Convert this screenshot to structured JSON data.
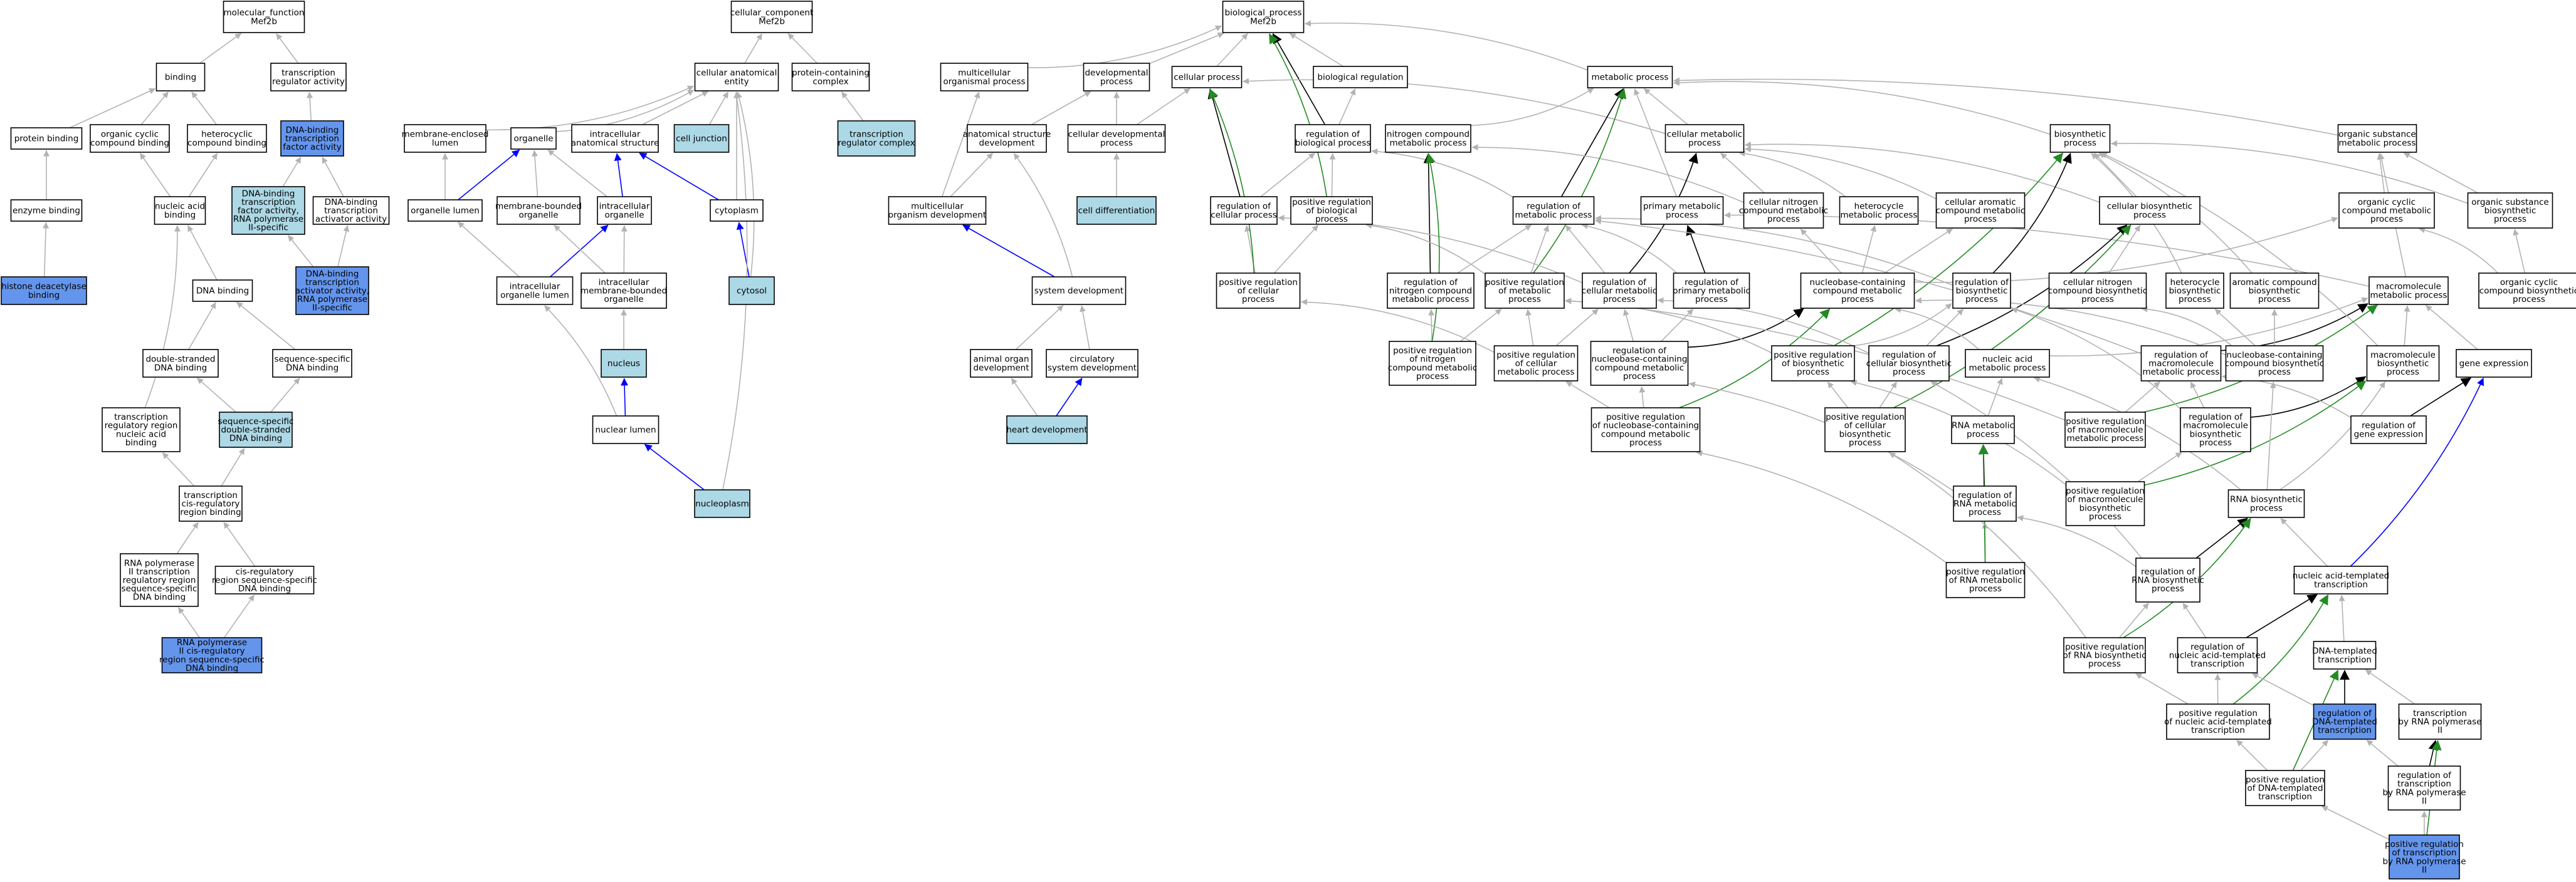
{
  "colors": {
    "plain": "#ffffff",
    "annotated_direct": "#6495ed",
    "annotated": "#add8e6",
    "edge_is_a": "#b3b3b3",
    "edge_part_of": "#0000ff",
    "edge_regulates": "#000000",
    "edge_positively_regulates": "#228b22"
  },
  "nodes": [
    {
      "id": "mf_root",
      "lines": [
        "molecular_function",
        "Mef2b"
      ]
    },
    {
      "id": "cc_root",
      "lines": [
        "cellular_component",
        "Mef2b"
      ]
    },
    {
      "id": "bp_root",
      "lines": [
        "biological_process",
        "Mef2b"
      ]
    },
    {
      "id": "binding",
      "lines": [
        "binding"
      ]
    },
    {
      "id": "tra",
      "lines": [
        "transcription",
        "regulator activity"
      ]
    },
    {
      "id": "cae",
      "lines": [
        "cellular anatomical",
        "entity"
      ]
    },
    {
      "id": "pcc",
      "lines": [
        "protein-containing",
        "complex"
      ]
    },
    {
      "id": "mop",
      "lines": [
        "multicellular",
        "organismal process"
      ]
    },
    {
      "id": "dp",
      "lines": [
        "developmental",
        "process"
      ]
    },
    {
      "id": "cp",
      "lines": [
        "cellular process"
      ]
    },
    {
      "id": "br",
      "lines": [
        "biological regulation"
      ]
    },
    {
      "id": "mp",
      "lines": [
        "metabolic process"
      ]
    },
    {
      "id": "pb",
      "lines": [
        "protein binding"
      ]
    },
    {
      "id": "occb",
      "lines": [
        "organic cyclic",
        "compound binding"
      ]
    },
    {
      "id": "hcb",
      "lines": [
        "heterocyclic",
        "compound binding"
      ]
    },
    {
      "id": "dbtfa",
      "lines": [
        "DNA-binding",
        "transcription",
        "factor activity"
      ],
      "fill": "annotated_direct"
    },
    {
      "id": "mel",
      "lines": [
        "membrane-enclosed",
        "lumen"
      ]
    },
    {
      "id": "org",
      "lines": [
        "organelle"
      ]
    },
    {
      "id": "ias",
      "lines": [
        "intracellular",
        "anatomical structure"
      ]
    },
    {
      "id": "cj",
      "lines": [
        "cell junction"
      ],
      "fill": "annotated"
    },
    {
      "id": "trc",
      "lines": [
        "transcription",
        "regulator complex"
      ],
      "fill": "annotated"
    },
    {
      "id": "asd",
      "lines": [
        "anatomical structure",
        "development"
      ]
    },
    {
      "id": "cdp",
      "lines": [
        "cellular developmental",
        "process"
      ]
    },
    {
      "id": "rbp",
      "lines": [
        "regulation of",
        "biological process"
      ]
    },
    {
      "id": "ncmp",
      "lines": [
        "nitrogen compound",
        "metabolic process"
      ]
    },
    {
      "id": "cmp",
      "lines": [
        "cellular metabolic",
        "process"
      ]
    },
    {
      "id": "bsp",
      "lines": [
        "biosynthetic",
        "process"
      ]
    },
    {
      "id": "osmp",
      "lines": [
        "organic substance",
        "metabolic process"
      ]
    },
    {
      "id": "eb",
      "lines": [
        "enzyme binding"
      ]
    },
    {
      "id": "nab",
      "lines": [
        "nucleic acid",
        "binding"
      ]
    },
    {
      "id": "dbtfa2",
      "lines": [
        "DNA-binding",
        "transcription",
        "factor activity,",
        "RNA polymerase",
        "II-specific"
      ],
      "fill": "annotated"
    },
    {
      "id": "dbtaa",
      "lines": [
        "DNA-binding",
        "transcription",
        "activator activity"
      ]
    },
    {
      "id": "ol",
      "lines": [
        "organelle lumen"
      ]
    },
    {
      "id": "mbo",
      "lines": [
        "membrane-bounded",
        "organelle"
      ]
    },
    {
      "id": "io",
      "lines": [
        "intracellular",
        "organelle"
      ]
    },
    {
      "id": "cyto",
      "lines": [
        "cytoplasm"
      ]
    },
    {
      "id": "mod",
      "lines": [
        "multicellular",
        "organism development"
      ]
    },
    {
      "id": "cdiff",
      "lines": [
        "cell differentiation"
      ],
      "fill": "annotated"
    },
    {
      "id": "rcp",
      "lines": [
        "regulation of",
        "cellular process"
      ]
    },
    {
      "id": "prbp",
      "lines": [
        "positive regulation",
        "of biological",
        "process"
      ]
    },
    {
      "id": "rmp",
      "lines": [
        "regulation of",
        "metabolic process"
      ]
    },
    {
      "id": "pmp",
      "lines": [
        "primary metabolic",
        "process"
      ]
    },
    {
      "id": "cncmp",
      "lines": [
        "cellular nitrogen",
        "compound metabolic",
        "process"
      ]
    },
    {
      "id": "hmp",
      "lines": [
        "heterocycle",
        "metabolic process"
      ]
    },
    {
      "id": "cacmp",
      "lines": [
        "cellular aromatic",
        "compound metabolic",
        "process"
      ]
    },
    {
      "id": "cbp",
      "lines": [
        "cellular biosynthetic",
        "process"
      ]
    },
    {
      "id": "occmp",
      "lines": [
        "organic cyclic",
        "compound metabolic",
        "process"
      ]
    },
    {
      "id": "osbp",
      "lines": [
        "organic substance",
        "biosynthetic",
        "process"
      ]
    },
    {
      "id": "hdb",
      "lines": [
        "histone deacetylase",
        "binding"
      ],
      "fill": "annotated_direct"
    },
    {
      "id": "dnab",
      "lines": [
        "DNA binding"
      ]
    },
    {
      "id": "dbtaa2",
      "lines": [
        "DNA-binding",
        "transcription",
        "activator activity,",
        "RNA polymerase",
        "II-specific"
      ],
      "fill": "annotated_direct"
    },
    {
      "id": "iol",
      "lines": [
        "intracellular",
        "organelle lumen"
      ]
    },
    {
      "id": "imbo",
      "lines": [
        "intracellular",
        "membrane-bounded",
        "organelle"
      ]
    },
    {
      "id": "cytosol",
      "lines": [
        "cytosol"
      ],
      "fill": "annotated"
    },
    {
      "id": "sd",
      "lines": [
        "system development"
      ]
    },
    {
      "id": "prcp",
      "lines": [
        "positive regulation",
        "of cellular",
        "process"
      ]
    },
    {
      "id": "rncmp",
      "lines": [
        "regulation of",
        "nitrogen compound",
        "metabolic process"
      ]
    },
    {
      "id": "prmp",
      "lines": [
        "positive regulation",
        "of metabolic",
        "process"
      ]
    },
    {
      "id": "rcmp",
      "lines": [
        "regulation of",
        "cellular metabolic",
        "process"
      ]
    },
    {
      "id": "rpmp",
      "lines": [
        "regulation of",
        "primary metabolic",
        "process"
      ]
    },
    {
      "id": "nbcmp",
      "lines": [
        "nucleobase-containing",
        "compound metabolic",
        "process"
      ]
    },
    {
      "id": "rbsp",
      "lines": [
        "regulation of",
        "biosynthetic",
        "process"
      ]
    },
    {
      "id": "cncbp",
      "lines": [
        "cellular nitrogen",
        "compound biosynthetic",
        "process"
      ]
    },
    {
      "id": "hbp",
      "lines": [
        "heterocycle",
        "biosynthetic",
        "process"
      ]
    },
    {
      "id": "acbp",
      "lines": [
        "aromatic compound",
        "biosynthetic",
        "process"
      ]
    },
    {
      "id": "mmmp",
      "lines": [
        "macromolecule",
        "metabolic process"
      ]
    },
    {
      "id": "occbp",
      "lines": [
        "organic cyclic",
        "compound biosynthetic",
        "process"
      ]
    },
    {
      "id": "dsdb",
      "lines": [
        "double-stranded",
        "DNA binding"
      ]
    },
    {
      "id": "ssdb",
      "lines": [
        "sequence-specific",
        "DNA binding"
      ]
    },
    {
      "id": "nuc",
      "lines": [
        "nucleus"
      ],
      "fill": "annotated"
    },
    {
      "id": "aod",
      "lines": [
        "animal organ",
        "development"
      ]
    },
    {
      "id": "csd",
      "lines": [
        "circulatory",
        "system development"
      ]
    },
    {
      "id": "prncmp",
      "lines": [
        "positive regulation",
        "of nitrogen",
        "compound metabolic",
        "process"
      ]
    },
    {
      "id": "prcmp",
      "lines": [
        "positive regulation",
        "of cellular",
        "metabolic process"
      ]
    },
    {
      "id": "rnbcmp",
      "lines": [
        "regulation of",
        "nucleobase-containing",
        "compound metabolic",
        "process"
      ]
    },
    {
      "id": "prbsp",
      "lines": [
        "positive regulation",
        "of biosynthetic",
        "process"
      ]
    },
    {
      "id": "rcbsp",
      "lines": [
        "regulation of",
        "cellular biosynthetic",
        "process"
      ]
    },
    {
      "id": "namp",
      "lines": [
        "nucleic acid",
        "metabolic process"
      ]
    },
    {
      "id": "rmmmp",
      "lines": [
        "regulation of",
        "macromolecule",
        "metabolic process"
      ]
    },
    {
      "id": "nbcbp",
      "lines": [
        "nucleobase-containing",
        "compound biosynthetic",
        "process"
      ]
    },
    {
      "id": "mmbp",
      "lines": [
        "macromolecule",
        "biosynthetic",
        "process"
      ]
    },
    {
      "id": "ge",
      "lines": [
        "gene expression"
      ]
    },
    {
      "id": "trrnab",
      "lines": [
        "transcription",
        "regulatory region",
        "nucleic acid",
        "binding"
      ]
    },
    {
      "id": "ssdsdb",
      "lines": [
        "sequence-specific",
        "double-stranded",
        "DNA binding"
      ],
      "fill": "annotated"
    },
    {
      "id": "nl",
      "lines": [
        "nuclear lumen"
      ]
    },
    {
      "id": "hd",
      "lines": [
        "heart development"
      ],
      "fill": "annotated"
    },
    {
      "id": "prnbcmp",
      "lines": [
        "positive regulation",
        "of nucleobase-containing",
        "compound metabolic",
        "process"
      ]
    },
    {
      "id": "prcbsp",
      "lines": [
        "positive regulation",
        "of cellular",
        "biosynthetic",
        "process"
      ]
    },
    {
      "id": "rnamp",
      "lines": [
        "RNA metabolic",
        "process"
      ]
    },
    {
      "id": "prmmmp",
      "lines": [
        "positive regulation",
        "of macromolecule",
        "metabolic process"
      ]
    },
    {
      "id": "rmmbp",
      "lines": [
        "regulation of",
        "macromolecule",
        "biosynthetic",
        "process"
      ]
    },
    {
      "id": "rge",
      "lines": [
        "regulation of",
        "gene expression"
      ]
    },
    {
      "id": "tcrrb",
      "lines": [
        "transcription",
        "cis-regulatory",
        "region binding"
      ]
    },
    {
      "id": "nucp",
      "lines": [
        "nucleoplasm"
      ],
      "fill": "annotated"
    },
    {
      "id": "rrnamp",
      "lines": [
        "regulation of",
        "RNA metabolic",
        "process"
      ]
    },
    {
      "id": "prmmbp",
      "lines": [
        "positive regulation",
        "of macromolecule",
        "biosynthetic",
        "process"
      ]
    },
    {
      "id": "rnabp",
      "lines": [
        "RNA biosynthetic",
        "process"
      ]
    },
    {
      "id": "rp2trrssdb",
      "lines": [
        "RNA polymerase",
        "II transcription",
        "regulatory region",
        "sequence-specific",
        "DNA binding"
      ]
    },
    {
      "id": "crrssdb",
      "lines": [
        "cis-regulatory",
        "region sequence-specific",
        "DNA binding"
      ]
    },
    {
      "id": "prrnamp",
      "lines": [
        "positive regulation",
        "of RNA metabolic",
        "process"
      ]
    },
    {
      "id": "rrnabp",
      "lines": [
        "regulation of",
        "RNA biosynthetic",
        "process"
      ]
    },
    {
      "id": "natt",
      "lines": [
        "nucleic acid-templated",
        "transcription"
      ]
    },
    {
      "id": "rp2crrssdb",
      "lines": [
        "RNA polymerase",
        "II cis-regulatory",
        "region sequence-specific",
        "DNA binding"
      ],
      "fill": "annotated_direct"
    },
    {
      "id": "prrnabp",
      "lines": [
        "positive regulation",
        "of RNA biosynthetic",
        "process"
      ]
    },
    {
      "id": "rnatt",
      "lines": [
        "regulation of",
        "nucleic acid-templated",
        "transcription"
      ]
    },
    {
      "id": "dtt",
      "lines": [
        "DNA-templated",
        "transcription"
      ]
    },
    {
      "id": "prnatt",
      "lines": [
        "positive regulation",
        "of nucleic acid-templated",
        "transcription"
      ]
    },
    {
      "id": "rdtt",
      "lines": [
        "regulation of",
        "DNA-templated",
        "transcription"
      ],
      "fill": "annotated_direct"
    },
    {
      "id": "trp2",
      "lines": [
        "transcription",
        "by RNA polymerase",
        "II"
      ]
    },
    {
      "id": "prdtt",
      "lines": [
        "positive regulation",
        "of DNA-templated",
        "transcription"
      ]
    },
    {
      "id": "rtrp2",
      "lines": [
        "regulation of",
        "transcription",
        "by RNA polymerase",
        "II"
      ]
    },
    {
      "id": "prtrp2",
      "lines": [
        "positive regulation",
        "of transcription",
        "by RNA polymerase",
        "II"
      ],
      "fill": "annotated_direct"
    }
  ]
}
